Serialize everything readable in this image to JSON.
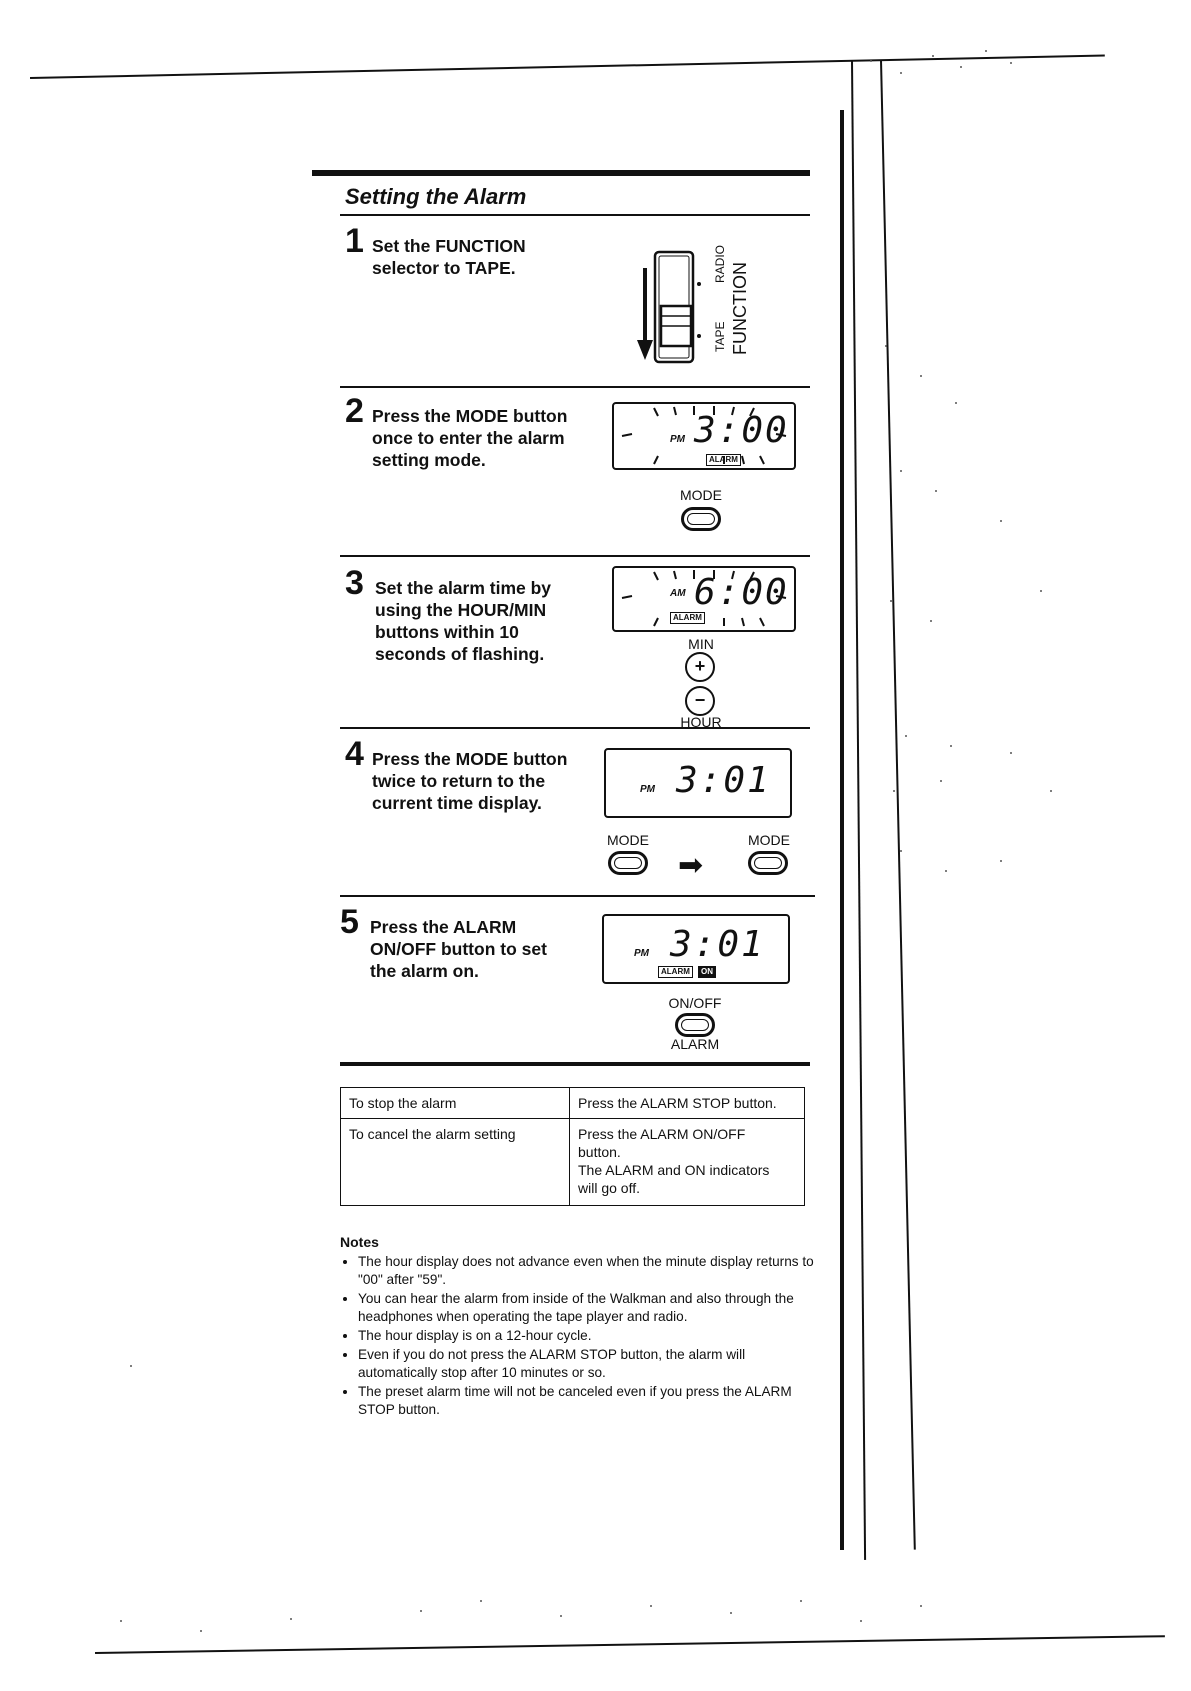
{
  "title": "Setting the Alarm",
  "steps": [
    {
      "number": "1",
      "lines": [
        "Set the FUNCTION",
        "selector to TAPE."
      ]
    },
    {
      "number": "2",
      "lines": [
        "Press the MODE button",
        "once to enter the alarm",
        "setting mode."
      ]
    },
    {
      "number": "3",
      "lines": [
        "Set the alarm time by",
        "using the HOUR/MIN",
        "buttons within 10",
        "seconds of flashing."
      ]
    },
    {
      "number": "4",
      "lines": [
        "Press the MODE button",
        "twice to return to the",
        "current time display."
      ]
    },
    {
      "number": "5",
      "lines": [
        "Press the ALARM",
        "ON/OFF button to set",
        "the alarm on."
      ]
    }
  ],
  "function_switch": {
    "label": "FUNCTION",
    "radio": "RADIO",
    "tape": "TAPE"
  },
  "displays": {
    "step2": {
      "ampm": "PM",
      "time": "3:00",
      "indicator": "ALARM"
    },
    "step3": {
      "ampm": "AM",
      "time": "6:00",
      "indicator": "ALARM"
    },
    "step4": {
      "ampm": "PM",
      "time": "3:01"
    },
    "step5": {
      "ampm": "PM",
      "time": "3:01",
      "indicator": "ALARM",
      "indicator2": "ON"
    }
  },
  "buttons": {
    "mode": "MODE",
    "min": "MIN",
    "hour": "HOUR",
    "plus": "+",
    "minus": "−",
    "onoff": "ON/OFF",
    "alarm": "ALARM"
  },
  "table": [
    {
      "situation": "To stop the alarm",
      "action": [
        "Press the ALARM STOP button."
      ]
    },
    {
      "situation": "To cancel the alarm setting",
      "action": [
        "Press the ALARM ON/OFF",
        "button.",
        "The ALARM and ON indicators",
        "will go off."
      ]
    }
  ],
  "notes_title": "Notes",
  "notes": [
    "The hour display does not advance even when the minute display returns to \"00\" after \"59\".",
    "You can hear the alarm from inside of the Walkman and also through the headphones when operating the tape player and radio.",
    "The hour display is on a 12-hour cycle.",
    "Even if you do not press the ALARM STOP button, the alarm will automatically stop after 10 minutes or so.",
    "The preset alarm time will not be canceled even if you press the ALARM STOP button."
  ]
}
